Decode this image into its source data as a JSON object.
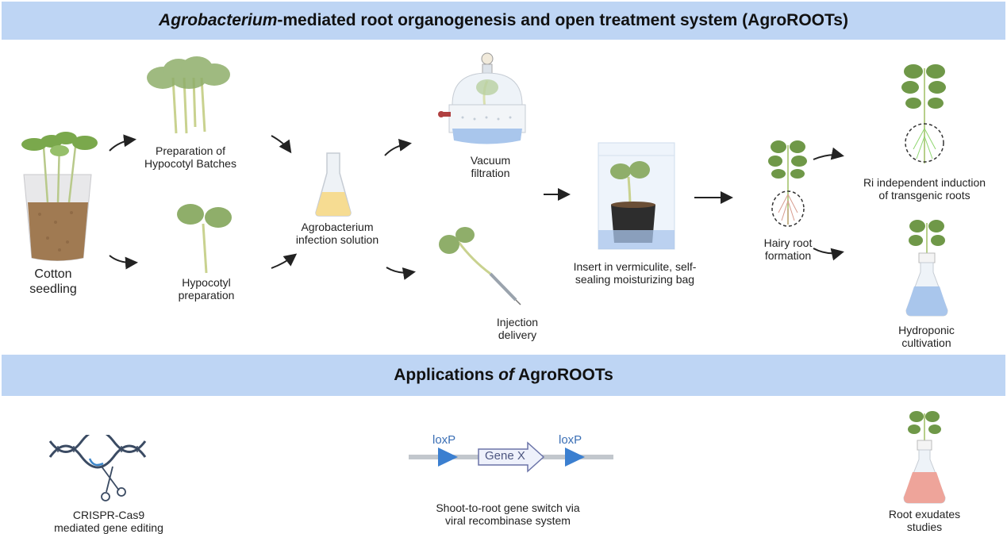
{
  "header": {
    "title_italic": "Agrobacterium",
    "title_rest": "-mediated root organogenesis and open treatment system (AgroROOTs)"
  },
  "workflow": {
    "steps": [
      {
        "id": "cotton-seedling",
        "line1": "Cotton",
        "line2": "seedling"
      },
      {
        "id": "hypocotyl-batches",
        "line1": "Preparation  of",
        "line2": "Hypocotyl Batches"
      },
      {
        "id": "hypocotyl-preparation",
        "line1": "Hypocotyl",
        "line2": "preparation"
      },
      {
        "id": "infection-solution",
        "line1": "Agrobacterium",
        "line2": "infection solution"
      },
      {
        "id": "vacuum-filtration",
        "line1": "Vacuum",
        "line2": "filtration"
      },
      {
        "id": "injection-delivery",
        "line1": "Injection",
        "line2": "delivery"
      },
      {
        "id": "vermiculite-bag",
        "line1": "Insert in vermiculite, self-",
        "line2": "sealing moisturizing bag"
      },
      {
        "id": "hairy-root",
        "line1": "Hairy root",
        "line2": "formation"
      },
      {
        "id": "ri-independent",
        "line1": "Ri independent induction",
        "line2": "of transgenic  roots"
      },
      {
        "id": "hydroponic",
        "line1": "Hydroponic",
        "line2": "cultivation"
      }
    ]
  },
  "applications": {
    "title_pre": "Applications ",
    "title_italic": "of",
    "title_post": " AgroROOTs",
    "items": [
      {
        "id": "crispr",
        "line1": "CRISPR-Cas9",
        "line2": "mediated gene editing"
      },
      {
        "id": "gene-switch",
        "line1": "Shoot-to-root gene switch via",
        "line2": "viral recombinase system"
      },
      {
        "id": "root-exudates",
        "line1": "Root exudates",
        "line2": "studies"
      }
    ],
    "construct": {
      "loxp_left": "loxP",
      "gene": "Gene X",
      "loxp_right": "loxP"
    }
  },
  "colors": {
    "band": "#bed5f4",
    "leaf": "#8fae6a",
    "dark_leaf": "#5f8a3a",
    "loxp": "#3b7fd0",
    "medium": "#f6dc92",
    "water": "#a9c6ec",
    "exudate": "#eea49a"
  }
}
